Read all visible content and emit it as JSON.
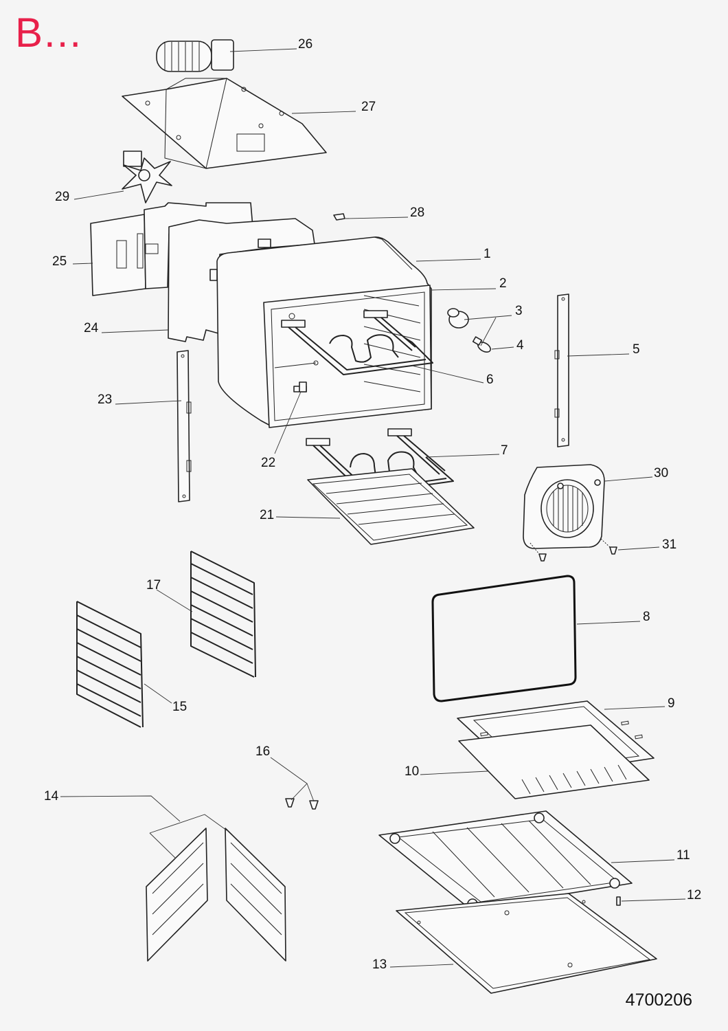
{
  "header": {
    "title": "B..."
  },
  "footer": {
    "document_number": "4700206"
  },
  "callouts": [
    {
      "id": "1",
      "label": "1"
    },
    {
      "id": "2",
      "label": "2"
    },
    {
      "id": "3",
      "label": "3"
    },
    {
      "id": "4",
      "label": "4"
    },
    {
      "id": "5",
      "label": "5"
    },
    {
      "id": "6",
      "label": "6"
    },
    {
      "id": "7",
      "label": "7"
    },
    {
      "id": "8",
      "label": "8"
    },
    {
      "id": "9",
      "label": "9"
    },
    {
      "id": "10",
      "label": "10"
    },
    {
      "id": "11",
      "label": "11"
    },
    {
      "id": "12",
      "label": "12"
    },
    {
      "id": "13",
      "label": "13"
    },
    {
      "id": "14",
      "label": "14"
    },
    {
      "id": "15",
      "label": "15"
    },
    {
      "id": "16",
      "label": "16"
    },
    {
      "id": "17",
      "label": "17"
    },
    {
      "id": "21",
      "label": "21"
    },
    {
      "id": "22",
      "label": "22"
    },
    {
      "id": "23",
      "label": "23"
    },
    {
      "id": "24",
      "label": "24"
    },
    {
      "id": "25",
      "label": "25"
    },
    {
      "id": "26",
      "label": "26"
    },
    {
      "id": "27",
      "label": "27"
    },
    {
      "id": "28",
      "label": "28"
    },
    {
      "id": "29",
      "label": "29"
    },
    {
      "id": "30",
      "label": "30"
    },
    {
      "id": "31",
      "label": "31"
    }
  ],
  "colors": {
    "title": "#e8204a",
    "line": "#222222",
    "background": "#f5f5f5"
  }
}
